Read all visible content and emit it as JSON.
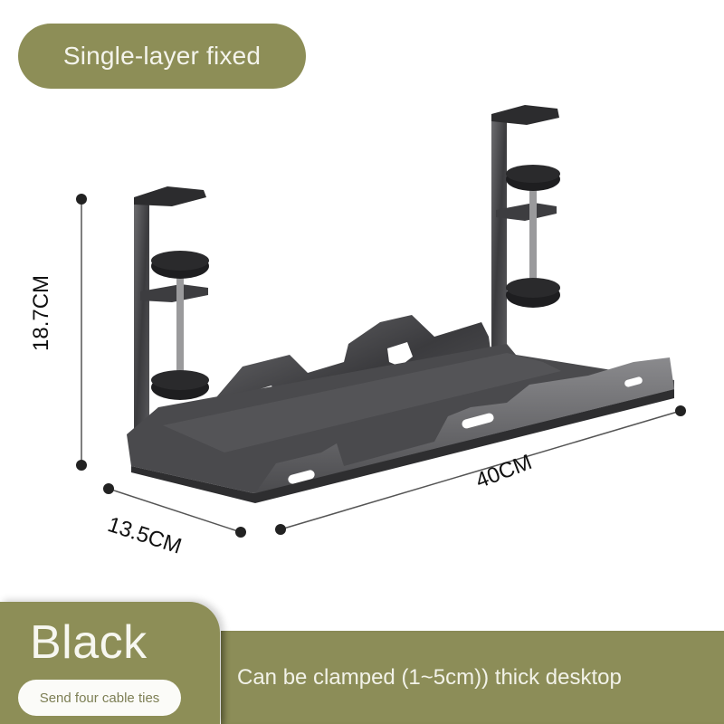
{
  "header": {
    "variant_label": "Single-layer fixed"
  },
  "product": {
    "name_icon": "under-desk-cable-tray-icon",
    "dimensions": {
      "height": "18.7CM",
      "depth": "13.5CM",
      "width": "40CM"
    }
  },
  "footer": {
    "color_name": "Black",
    "gift_label": "Send four cable ties",
    "clamp_note": "Can be clamped (1~5cm)) thick desktop"
  },
  "colors": {
    "accent_olive": "#8d8e57",
    "text_light": "#f4f4ec",
    "gift_text": "#7d7f55",
    "metal_dark": "#3a3a3c"
  }
}
